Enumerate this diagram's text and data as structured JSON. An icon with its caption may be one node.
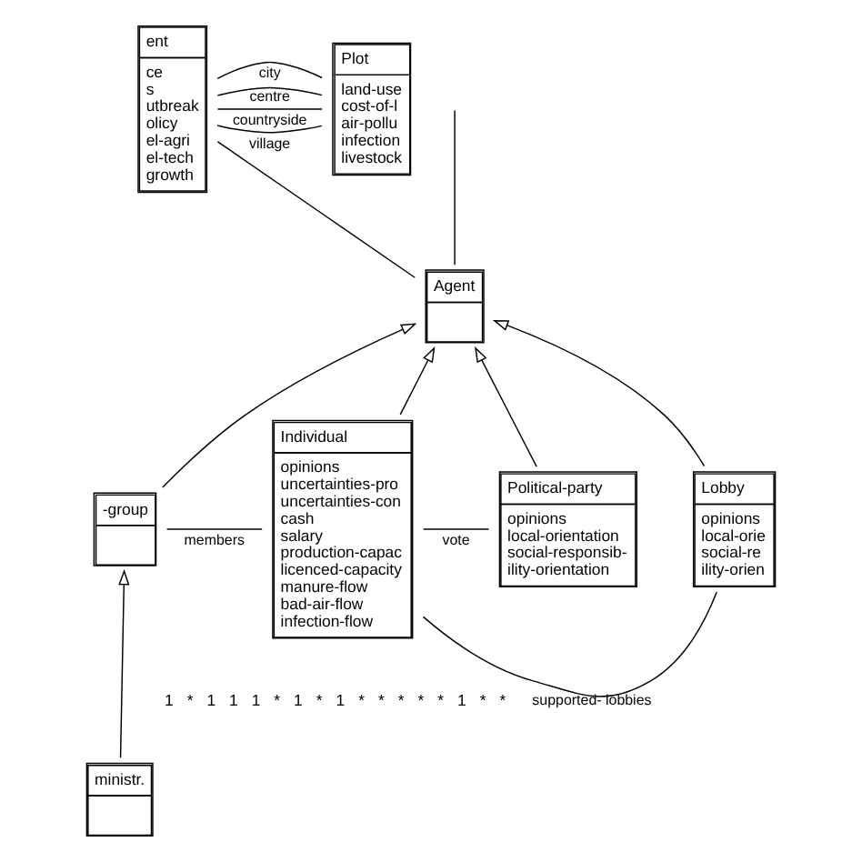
{
  "diagram": {
    "nodes": [
      {
        "text": [
          "ent",
          "ce s utbreak olicy el-agri el-tech growth"
        ]
      },
      {
        "text": [
          "Plot",
          "land-use cost-of-l air-pollu infection livestock"
        ]
      },
      {
        "text": [
          "Agent"
        ]
      },
      {
        "text": [
          "-group"
        ]
      },
      {
        "text": [
          "Individual",
          "opinions uncertainties-pro uncertainties-con cash salary production-capac licenced-capacity manure-flow bad-air-flow infection-flow"
        ]
      },
      {
        "text": [
          "Political-party",
          "opinions local-orientation social-responsib- ility-orientation"
        ]
      },
      {
        "text": [
          "Lobby",
          "opinions local-orie social-re ility-orien"
        ]
      },
      {
        "text": [
          "ministr."
        ]
      }
    ],
    "edges": [
      {
        "from": 0,
        "to": 1,
        "arrow": "none",
        "label": "city"
      },
      {
        "from": 0,
        "to": 1,
        "arrow": "none",
        "label": "centre"
      },
      {
        "from": 0,
        "to": 1,
        "arrow": "none",
        "label": "countryside"
      },
      {
        "from": 0,
        "to": 1,
        "arrow": "none",
        "label": "village"
      },
      {
        "from": 0,
        "to": 2,
        "arrow": "none"
      },
      {
        "from": 2,
        "to": null,
        "arrow": "none"
      },
      {
        "from": 3,
        "to": 2,
        "arrow": "to"
      },
      {
        "from": 4,
        "to": 2,
        "arrow": "to"
      },
      {
        "from": 5,
        "to": 2,
        "arrow": "to"
      },
      {
        "from": 6,
        "to": 2,
        "arrow": "to"
      },
      {
        "from": 7,
        "to": 3,
        "arrow": "to"
      },
      {
        "from": 3,
        "to": 4,
        "arrow": "none",
        "label": "members"
      },
      {
        "from": 5,
        "to": 4,
        "arrow": "none",
        "label": "vote"
      },
      {
        "from": 6,
        "to": 4,
        "arrow": "none",
        "label": "supported- lobbies"
      }
    ],
    "labels": [
      "1",
      "*",
      "1",
      "1",
      "1",
      "*",
      "1",
      "*",
      "1",
      "*",
      "*",
      "*",
      "*",
      "*",
      "1",
      "*",
      "*"
    ]
  }
}
